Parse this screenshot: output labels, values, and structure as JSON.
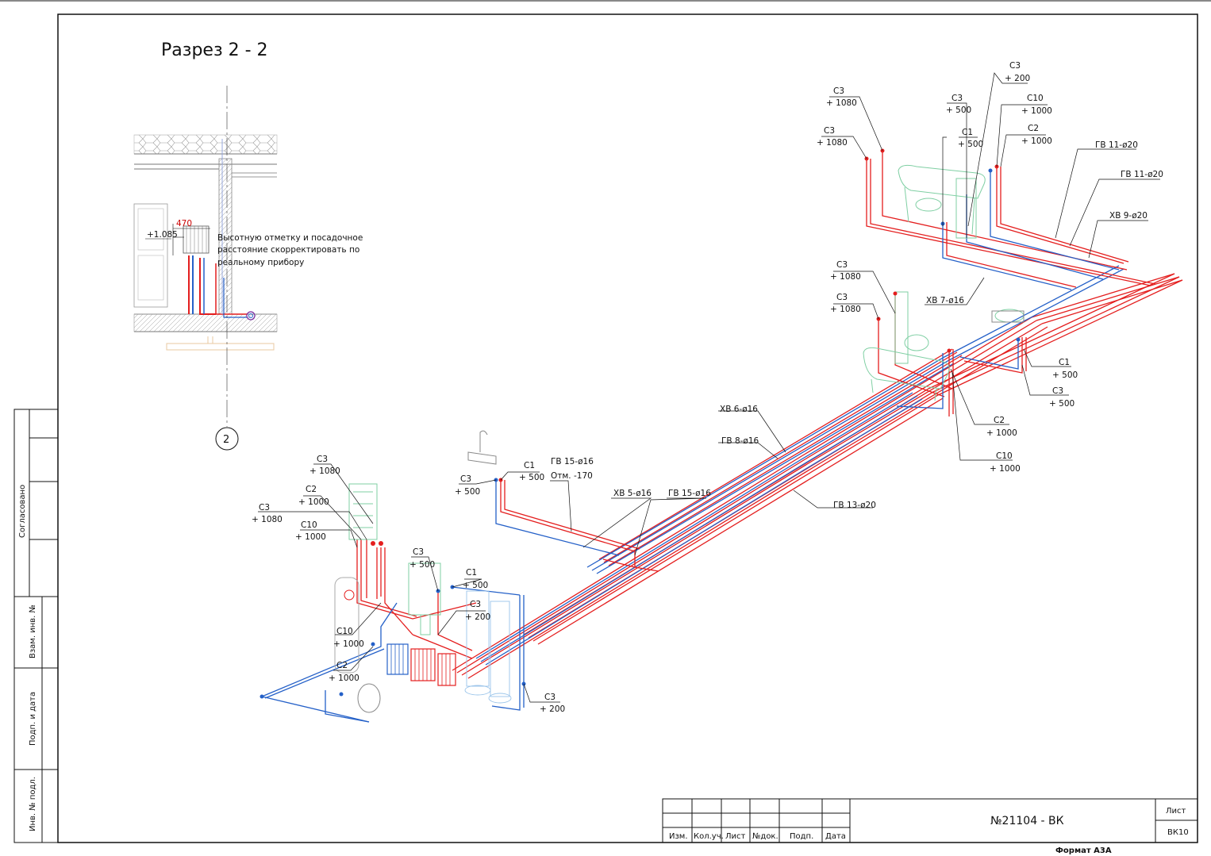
{
  "sheet": {
    "title": "Разрез 2 - 2",
    "doc_number": "№21104 - ВК",
    "sheet_label": "Лист",
    "sheet_code": "ВК10",
    "format": "Формат А3А",
    "axis_marker": "2"
  },
  "stamp_columns": [
    "Изм.",
    "Кол.уч.",
    "Лист",
    "№док.",
    "Подп.",
    "Дата"
  ],
  "side_labels": {
    "agreed": "Согласовано",
    "inv_replace": "Взам. инв. №",
    "sign_date": "Подп. и дата",
    "inv_orig": "Инв. № подл."
  },
  "section": {
    "height_mark": "+1.085",
    "dim_470": "470",
    "note_lines": [
      "Высотную отметку и посадочное",
      "расстояние скорректировать по",
      "реальному прибору"
    ]
  },
  "colors": {
    "hot_water": "#e41e1e",
    "cold_water": "#2460c8",
    "fixtures": "#7fcfa3",
    "leader": "#111111"
  },
  "labels": {
    "c3_200_top": {
      "top": "С3",
      "bottom": "+ 200"
    },
    "c3_1080_a": {
      "top": "С3",
      "bottom": "+ 1080"
    },
    "c3_1080_b": {
      "top": "С3",
      "bottom": "+ 1080"
    },
    "c3_500_top": {
      "top": "С3",
      "bottom": "+ 500"
    },
    "c10_1000_top": {
      "top": "С10",
      "bottom": "+ 1000"
    },
    "c1_500_top": {
      "top": "С1",
      "bottom": "+ 500"
    },
    "c2_1000_top": {
      "top": "С2",
      "bottom": "+ 1000"
    },
    "gv11_a": {
      "text": "ГВ 11-ø20"
    },
    "gv11_b": {
      "text": "ГВ 11-ø20"
    },
    "xv9": {
      "text": "ХВ 9-ø20"
    },
    "xv7": {
      "text": "ХВ 7-ø16"
    },
    "c3_1080_c": {
      "top": "С3",
      "bottom": "+ 1080"
    },
    "c3_1080_d": {
      "top": "С3",
      "bottom": "+ 1080"
    },
    "c1_500_r": {
      "top": "С1",
      "bottom": "+ 500"
    },
    "c3_500_r": {
      "top": "С3",
      "bottom": "+ 500"
    },
    "c2_1000_r": {
      "top": "С2",
      "bottom": "+ 1000"
    },
    "c10_1000_r": {
      "top": "С10",
      "bottom": "+ 1000"
    },
    "xv6": {
      "text": "ХВ 6-ø16"
    },
    "gv8": {
      "text": "ГВ 8-ø16"
    },
    "gv13": {
      "text": "ГВ 13-ø20"
    },
    "gv15_mark": {
      "top": "ГВ 15-ø16",
      "bottom": "Отм. -170"
    },
    "xv5": {
      "text": "ХВ 5-ø16"
    },
    "gv15": {
      "text": "ГВ 15-ø16"
    },
    "c1_500_sink": {
      "top": "С1",
      "bottom": "+ 500"
    },
    "c3_500_sink": {
      "top": "С3",
      "bottom": "+ 500"
    },
    "c3_1080_l1": {
      "top": "С3",
      "bottom": "+ 1080"
    },
    "c2_1000_l": {
      "top": "С2",
      "bottom": "+ 1000"
    },
    "c3_1080_l2": {
      "top": "С3",
      "bottom": "+ 1080"
    },
    "c10_1000_l": {
      "top": "С10",
      "bottom": "+ 1000"
    },
    "c3_500_m": {
      "top": "С3",
      "bottom": "+ 500"
    },
    "c1_500_m": {
      "top": "С1",
      "bottom": "+ 500"
    },
    "c3_200_m": {
      "top": "С3",
      "bottom": "+ 200"
    },
    "c10_1000_b": {
      "top": "С10",
      "bottom": "+ 1000"
    },
    "c2_1000_b": {
      "top": "С2",
      "bottom": "+ 1000"
    },
    "c3_200_b": {
      "top": "С3",
      "bottom": "+ 200"
    }
  }
}
